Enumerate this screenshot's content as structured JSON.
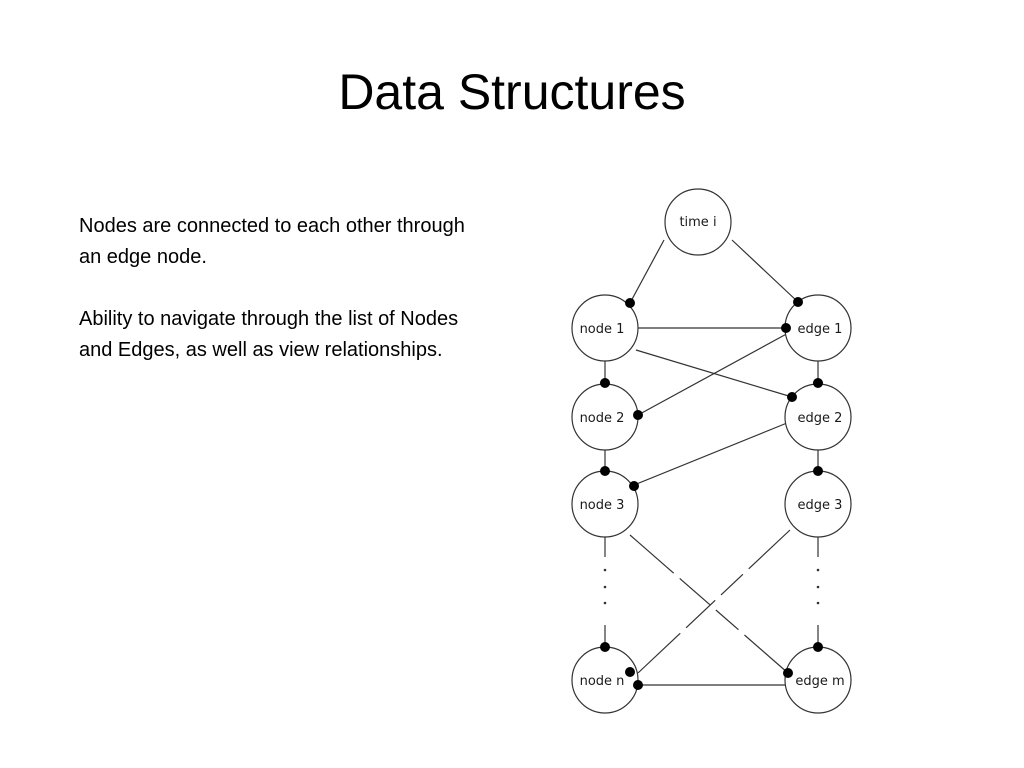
{
  "slide": {
    "title": "Data Structures",
    "paragraphs": [
      "Nodes are connected to each other through an edge node.",
      "Ability to navigate through the list of Nodes and Edges, as well as view relationships."
    ]
  },
  "diagram": {
    "nodes": {
      "time": "time i",
      "node1": "node 1",
      "node2": "node 2",
      "node3": "node 3",
      "noden": "node n",
      "edge1": "edge 1",
      "edge2": "edge 2",
      "edge3": "edge 3",
      "edgem": "edge m"
    },
    "colors": {
      "stroke": "#333333",
      "dot": "#000000",
      "fill": "#ffffff"
    }
  }
}
